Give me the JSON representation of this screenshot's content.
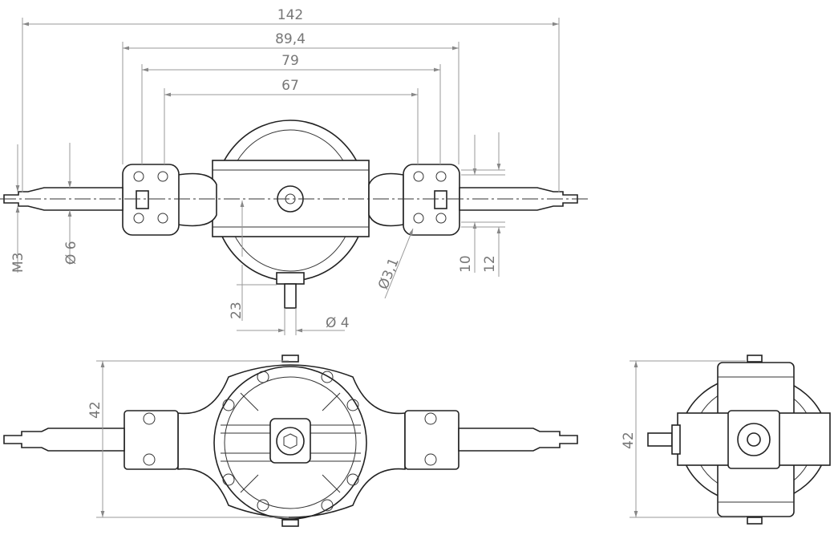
{
  "title": "Axle technical drawing",
  "dimensions": {
    "overall_width": "142",
    "hub_outer_width": "89,4",
    "hub_mid_width": "79",
    "hub_inner_width": "67",
    "thread": "M3",
    "shaft_diameter": "Ø 6",
    "hole_diameter": "Ø3,1",
    "hub_height_small": "10",
    "hub_height_large": "12",
    "pinion_offset": "23",
    "pinion_diameter": "Ø 4",
    "front_height": "42",
    "side_height": "42"
  }
}
